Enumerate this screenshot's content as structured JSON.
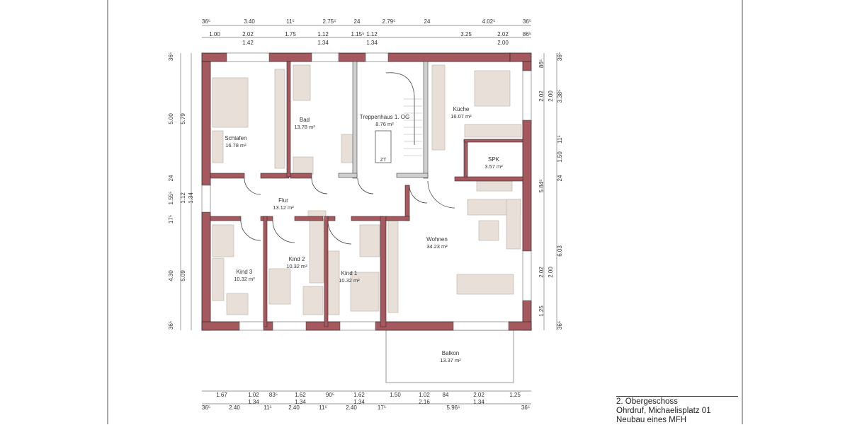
{
  "colors": {
    "wall": "#a5585d",
    "wall_outline": "#3a2a2a",
    "interior_wall": "#cfcfcf",
    "furniture": "#e8e0d8",
    "page": "#ffffff"
  },
  "rooms": [
    {
      "name": "Schlafen",
      "area": "16.78 m²"
    },
    {
      "name": "Bad",
      "area": "13.78 m²"
    },
    {
      "name": "Treppenhaus 1. OG",
      "area": "8.76 m²"
    },
    {
      "name": "Küche",
      "area": "16.07 m²"
    },
    {
      "name": "SPK",
      "area": "3.57 m²"
    },
    {
      "name": "Flur",
      "area": "13.12 m²"
    },
    {
      "name": "Wohnen",
      "area": "34.23 m²"
    },
    {
      "name": "Kind 3",
      "area": "10.32 m²"
    },
    {
      "name": "Kind 2",
      "area": "10.32 m²"
    },
    {
      "name": "Kind 1",
      "area": "10.32 m²"
    },
    {
      "name": "Balkon",
      "area": "13.37 m²"
    }
  ],
  "stair_label": "ZT",
  "dimensions": {
    "top_outer": [
      "36⁵",
      "3.40",
      "11⁵",
      "2.75⁵",
      "24",
      "2.79⁵",
      "24",
      "4.02⁵",
      "36⁵"
    ],
    "top_inner": [
      "1.00",
      "2.02",
      "1.75",
      "1.12",
      "1.15⁵",
      "1.12",
      "3.25",
      "2.02",
      "86⁵"
    ],
    "top_inner_sub": [
      "1.42",
      "1.34",
      "1.34",
      "2.00"
    ],
    "bottom_inner": [
      "1.67",
      "1.02",
      "83⁵",
      "1.62",
      "90⁵",
      "1.62",
      "1.50",
      "1.02",
      "84",
      "2.02",
      "1.25"
    ],
    "bottom_inner_sub": [
      "1.34",
      "1.34",
      "1.34",
      "2.16",
      "1.34"
    ],
    "bottom_outer": [
      "36⁵",
      "2.40",
      "11⁵",
      "2.40",
      "11⁵",
      "2.40",
      "17⁵",
      "5.96⁵",
      "36⁵"
    ],
    "left_outer": [
      "36⁵",
      "5.00",
      "24",
      "1.55⁵",
      "17⁵",
      "4.30",
      "36⁵"
    ],
    "left_inner": [
      "5.79",
      "1.12",
      "1.34",
      "5.09"
    ],
    "right_inner": [
      "86⁵",
      "2.02",
      "2.00",
      "5.84⁵",
      "2.02",
      "2.00",
      "1.25"
    ],
    "right_outer": [
      "36⁵",
      "3.38⁵",
      "11⁵",
      "1.50",
      "24",
      "6.03",
      "36⁵"
    ]
  },
  "title_block": {
    "floor": "2. Obergeschoss",
    "address": "Ohrdruf, Michaelisplatz 01",
    "project": "Neubau eines MFH"
  }
}
